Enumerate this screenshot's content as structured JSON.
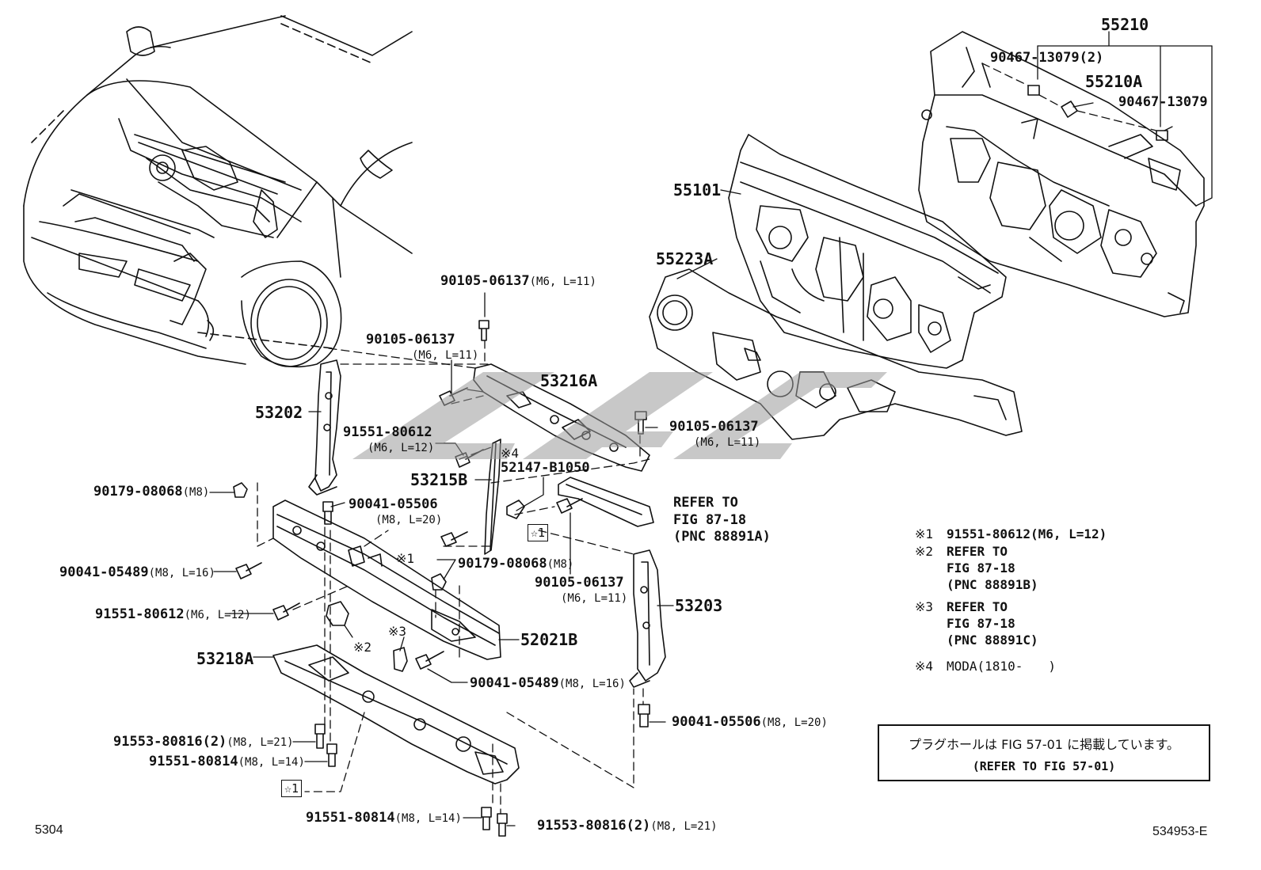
{
  "diagram": {
    "parts": {
      "p55210": "55210",
      "p90467_13079_2": "90467-13079(2)",
      "p55210A": "55210A",
      "p90467_13079": "90467-13079",
      "p55101": "55101",
      "p55223A": "55223A",
      "p90105_top": "90105-06137",
      "p90105_top_spec": "(M6, L=11)",
      "p90105_left": "90105-06137",
      "p90105_left_spec": "(M6, L=11)",
      "p53216A": "53216A",
      "p53202": "53202",
      "p91551_80612_mid": "91551-80612",
      "p91551_80612_mid_spec": "(M6, L=12)",
      "p52147": "52147-B1050",
      "mark4": "※4",
      "p53215B": "53215B",
      "p90105_right": "90105-06137",
      "p90105_right_spec": "(M6, L=11)",
      "p90179_left": "90179-08068",
      "p90179_left_spec": "(M8)",
      "p90041_05506_left": "90041-05506",
      "p90041_05506_left_spec": "(M8, L=20)",
      "refer_line1": "REFER TO",
      "refer_line2": "FIG 87-18",
      "refer_line3": "(PNC 88891A)",
      "star1_a": "☆1",
      "mark1": "※1",
      "p90179_mid": "90179-08068",
      "p90179_mid_spec": "(M8)",
      "p90041_05489_left": "90041-05489",
      "p90041_05489_left_spec": "(M8, L=16)",
      "p90105_bottom": "90105-06137",
      "p90105_bottom_spec": "(M6, L=11)",
      "p53203": "53203",
      "p91551_80612_left": "91551-80612",
      "p91551_80612_left_spec": "(M6, L=12)",
      "mark3": "※3",
      "mark2": "※2",
      "p52021B": "52021B",
      "p53218A": "53218A",
      "p90041_05489_bottom": "90041-05489",
      "p90041_05489_bottom_spec": "(M8, L=16)",
      "p90041_05506_right": "90041-05506",
      "p90041_05506_right_spec": "(M8, L=20)",
      "p91553_80816_left": "91553-80816(2)",
      "p91553_80816_left_spec": "(M8, L=21)",
      "p91551_80814_left": "91551-80814",
      "p91551_80814_left_spec": "(M8, L=14)",
      "star1_b": "☆1",
      "p91551_80814_bottom": "91551-80814",
      "p91551_80814_bottom_spec": "(M8, L=14)",
      "p91553_80816_bottom": "91553-80816(2)",
      "p91553_80816_bottom_spec": "(M8, L=21)"
    },
    "notes": {
      "n1_mark": "※1",
      "n1_text": "91551-80612(M6, L=12)",
      "n2_mark": "※2",
      "n2_l1": "REFER TO",
      "n2_l2": "FIG 87-18",
      "n2_l3": "(PNC 88891B)",
      "n3_mark": "※3",
      "n3_l1": "REFER TO",
      "n3_l2": "FIG 87-18",
      "n3_l3": "(PNC 88891C)",
      "n4_mark": "※4",
      "n4_text": "MODA(1810-　　)"
    },
    "ref_box": {
      "jp": "プラグホールは FIG 57-01 に掲載しています。",
      "en": "(REFER TO FIG 57-01)"
    },
    "page_code_left": "5304",
    "page_code_right": "534953-E"
  },
  "colors": {
    "ink": "#111111",
    "watermark": "#9a9a9a"
  }
}
